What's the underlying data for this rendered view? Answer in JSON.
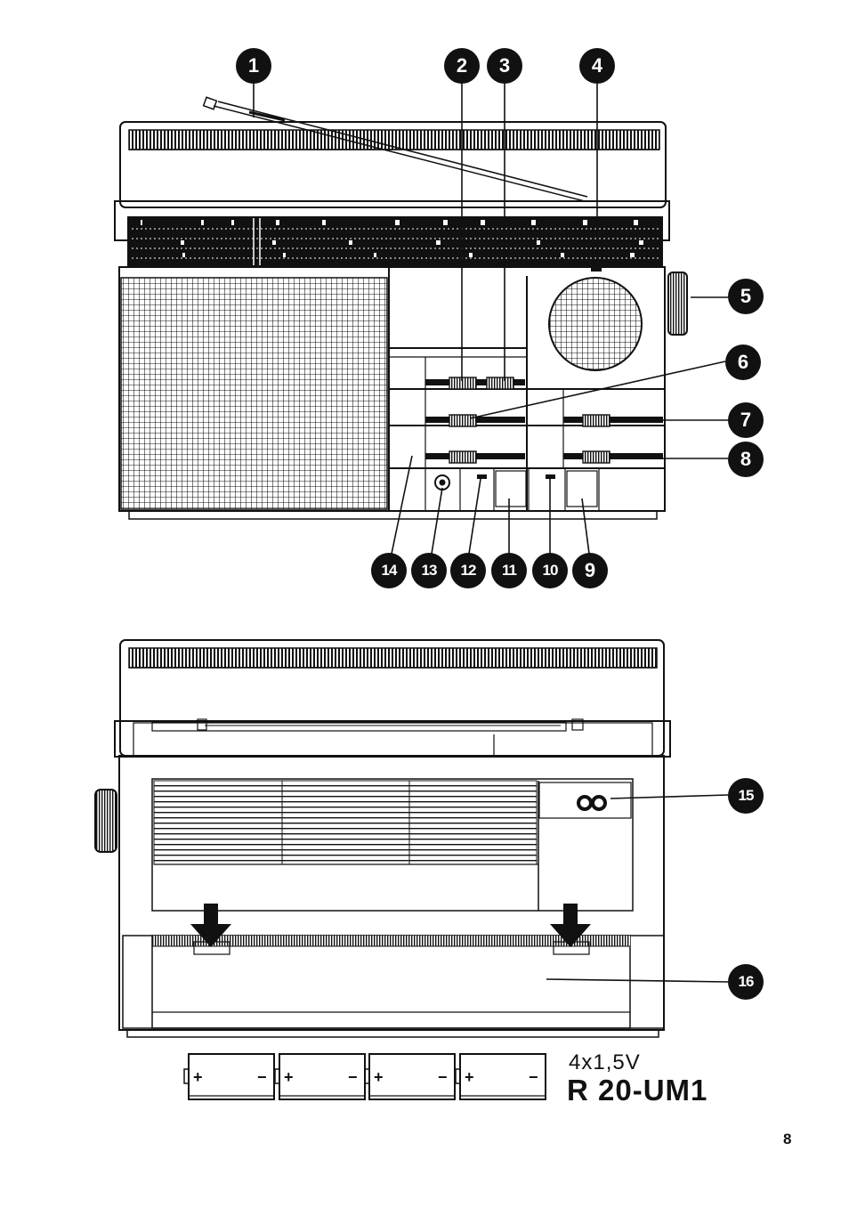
{
  "callouts": [
    {
      "id": "1",
      "label": "1"
    },
    {
      "id": "2",
      "label": "2"
    },
    {
      "id": "3",
      "label": "3"
    },
    {
      "id": "4",
      "label": "4"
    },
    {
      "id": "5",
      "label": "5"
    },
    {
      "id": "6",
      "label": "6"
    },
    {
      "id": "7",
      "label": "7"
    },
    {
      "id": "8",
      "label": "8"
    },
    {
      "id": "9",
      "label": "9"
    },
    {
      "id": "10",
      "label": "10"
    },
    {
      "id": "11",
      "label": "11"
    },
    {
      "id": "12",
      "label": "12"
    },
    {
      "id": "13",
      "label": "13"
    },
    {
      "id": "14",
      "label": "14"
    },
    {
      "id": "15",
      "label": "15"
    },
    {
      "id": "16",
      "label": "16"
    }
  ],
  "battery": {
    "plus_sign": "+",
    "minus_sign": "−",
    "voltage": "4x1,5V",
    "model": "R 20-UM1"
  },
  "page_number": "8",
  "icons": {
    "battery_compartment_symbol": "infinity-icon",
    "arrow": "arrow-down-icon"
  },
  "colors": {
    "ink": "#111111",
    "paper": "#ffffff"
  }
}
